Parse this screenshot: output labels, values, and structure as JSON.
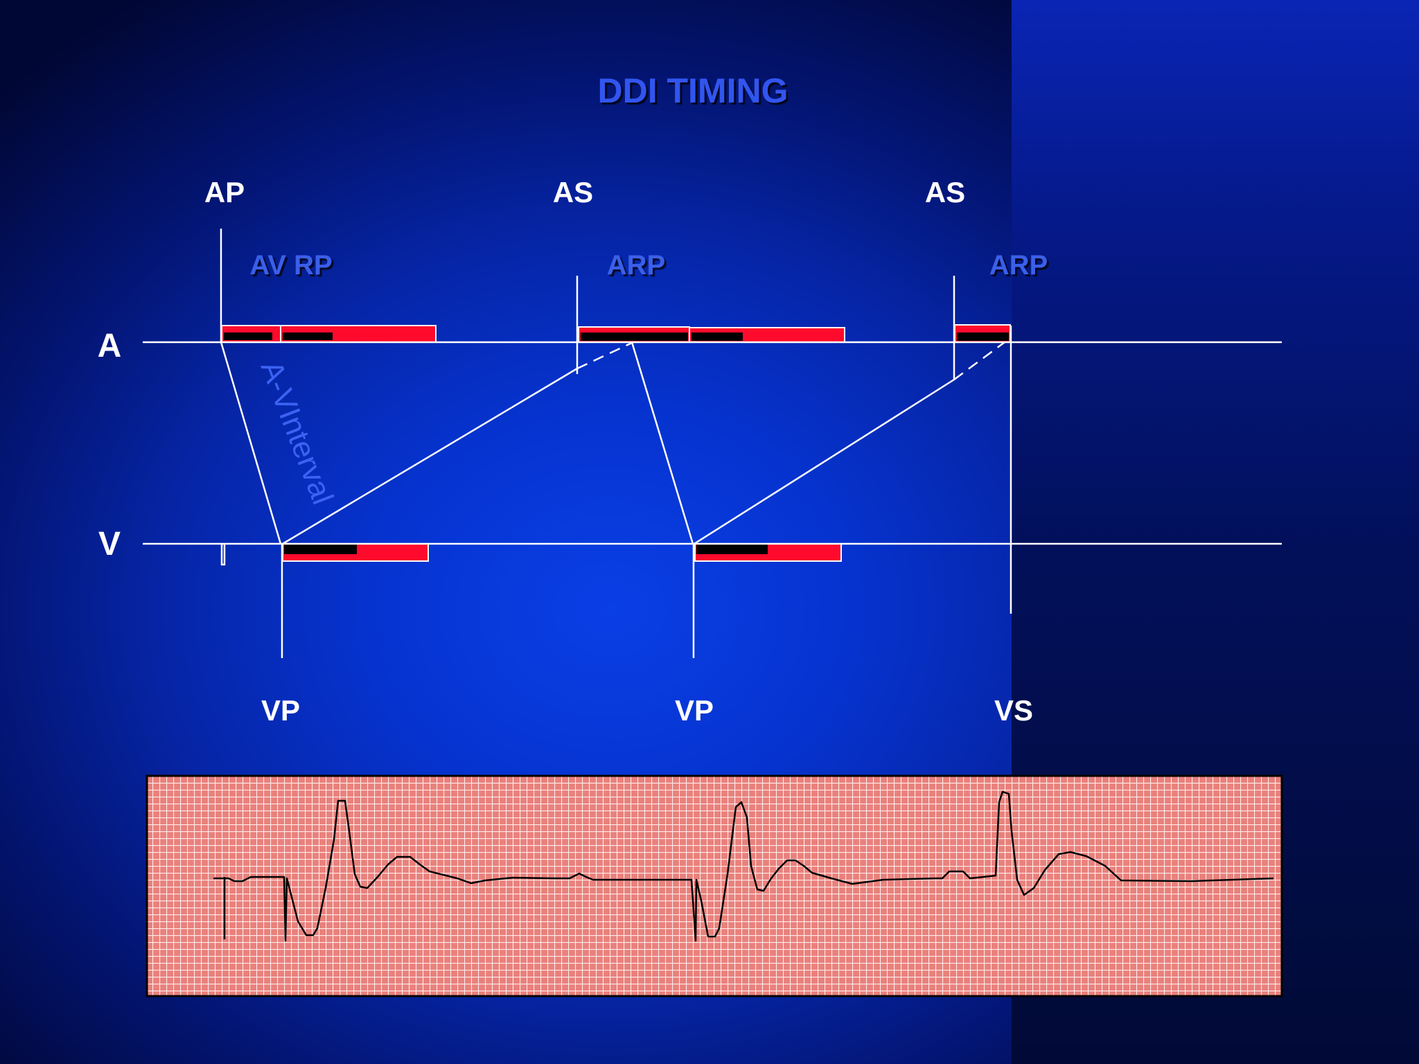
{
  "title": "DDI  TIMING",
  "row_labels": {
    "atrial": "A",
    "ventricular": "V"
  },
  "atrial_events": [
    {
      "label": "AP",
      "refractory_label": "AV RP"
    },
    {
      "label": "AS",
      "refractory_label": "ARP"
    },
    {
      "label": "AS",
      "refractory_label": "ARP"
    }
  ],
  "ventricular_events": [
    {
      "label": "VP"
    },
    {
      "label": "VP"
    },
    {
      "label": "VS"
    }
  ],
  "interval_label": "A-VInterval",
  "colors": {
    "title": "#3355ee",
    "accent_label": "#3a5fe8",
    "interval_label": "#3b62f2",
    "line": "#ffffff",
    "refractory_red": "#ff0a2c",
    "refractory_black": "#000000",
    "ecg_paper": "#e9817c",
    "ecg_grid": "#ffffff",
    "ecg_trace": "#000000"
  }
}
